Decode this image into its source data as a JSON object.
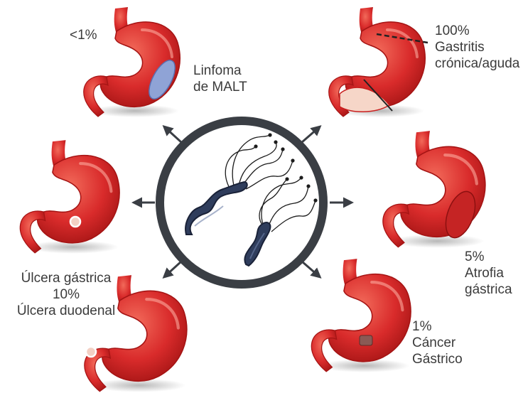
{
  "title": "",
  "center": {
    "organism": "bacteria-icon"
  },
  "colors": {
    "stomach": "#d92b2b",
    "stomach_dark": "#a51414",
    "ring": "#3a3e44",
    "bacteria": "#2f3d5c",
    "arrow": "#3a3e44",
    "text": "#3b3b3b",
    "malt": "#8fa3d6"
  },
  "outcomes": {
    "malt": {
      "pct": "<1%",
      "line1": "Linfoma",
      "line2": "de MALT"
    },
    "gastritis": {
      "pct": "100%",
      "line1": "Gastritis",
      "line2": "crónica/aguda"
    },
    "atrophy": {
      "pct": "5%",
      "line1": "Atrofia",
      "line2": "gástrica"
    },
    "cancer": {
      "pct": "1%",
      "line1": "Cáncer",
      "line2": "Gástrico"
    },
    "ulcer": {
      "line1": "Úlcera gástrica",
      "pct": "10%",
      "line2": "Úlcera duodenal"
    }
  }
}
